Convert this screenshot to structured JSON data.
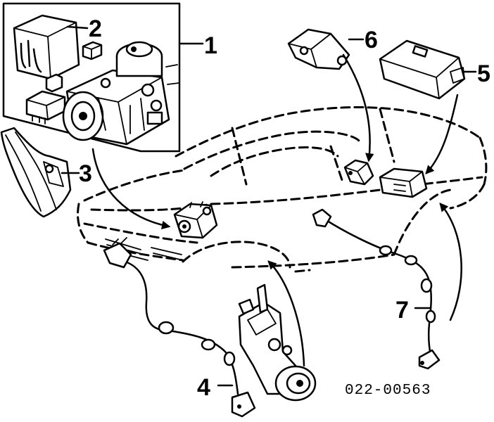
{
  "diagram": {
    "part_number": "022-00563",
    "callouts": [
      {
        "id": "c1",
        "label": "1"
      },
      {
        "id": "c2",
        "label": "2"
      },
      {
        "id": "c3",
        "label": "3"
      },
      {
        "id": "c4",
        "label": "4"
      },
      {
        "id": "c5",
        "label": "5"
      },
      {
        "id": "c6",
        "label": "6"
      },
      {
        "id": "c7",
        "label": "7"
      }
    ]
  }
}
